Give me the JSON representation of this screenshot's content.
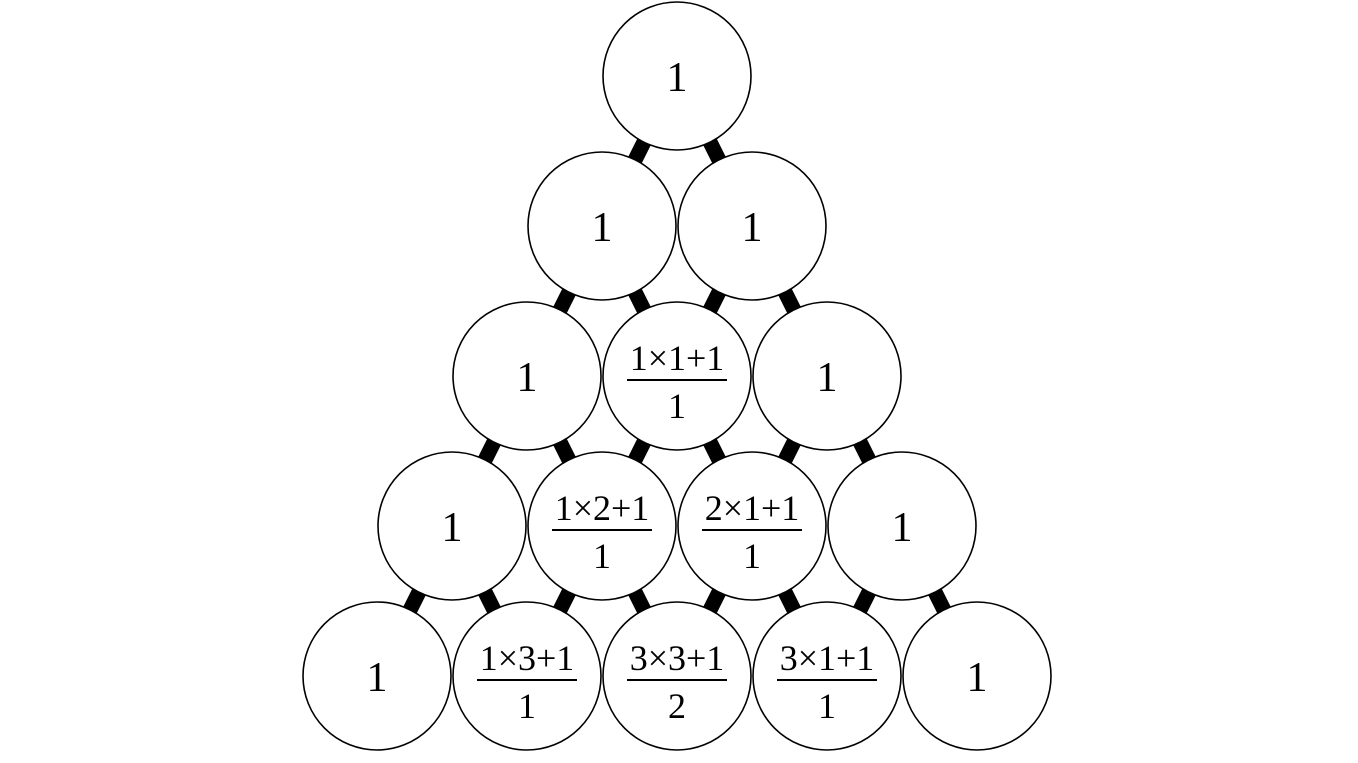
{
  "diagram": {
    "rows": [
      [
        {
          "type": "plain",
          "value": "1"
        }
      ],
      [
        {
          "type": "plain",
          "value": "1"
        },
        {
          "type": "plain",
          "value": "1"
        }
      ],
      [
        {
          "type": "plain",
          "value": "1"
        },
        {
          "type": "fraction",
          "numerator": "1×1+1",
          "denominator": "1"
        },
        {
          "type": "plain",
          "value": "1"
        }
      ],
      [
        {
          "type": "plain",
          "value": "1"
        },
        {
          "type": "fraction",
          "numerator": "1×2+1",
          "denominator": "1"
        },
        {
          "type": "fraction",
          "numerator": "2×1+1",
          "denominator": "1"
        },
        {
          "type": "plain",
          "value": "1"
        }
      ],
      [
        {
          "type": "plain",
          "value": "1"
        },
        {
          "type": "fraction",
          "numerator": "1×3+1",
          "denominator": "1"
        },
        {
          "type": "fraction",
          "numerator": "3×3+1",
          "denominator": "2"
        },
        {
          "type": "fraction",
          "numerator": "3×1+1",
          "denominator": "1"
        },
        {
          "type": "plain",
          "value": "1"
        }
      ]
    ]
  }
}
